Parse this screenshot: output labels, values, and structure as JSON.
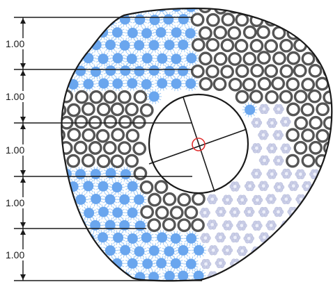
{
  "dimensions": {
    "labels": [
      "1.00",
      "1.00",
      "1.00",
      "1.00",
      "1.00"
    ]
  },
  "colors": {
    "outline": "#1a1a1a",
    "blue_particle": "#6aa6ee",
    "blue_fuzz": "#9cc8f4",
    "ring_particle": "#555555",
    "lavender_particle": "#c9cde6",
    "center_marker": "#e03030"
  },
  "icons": {
    "center_marker": "center-marker-icon"
  }
}
